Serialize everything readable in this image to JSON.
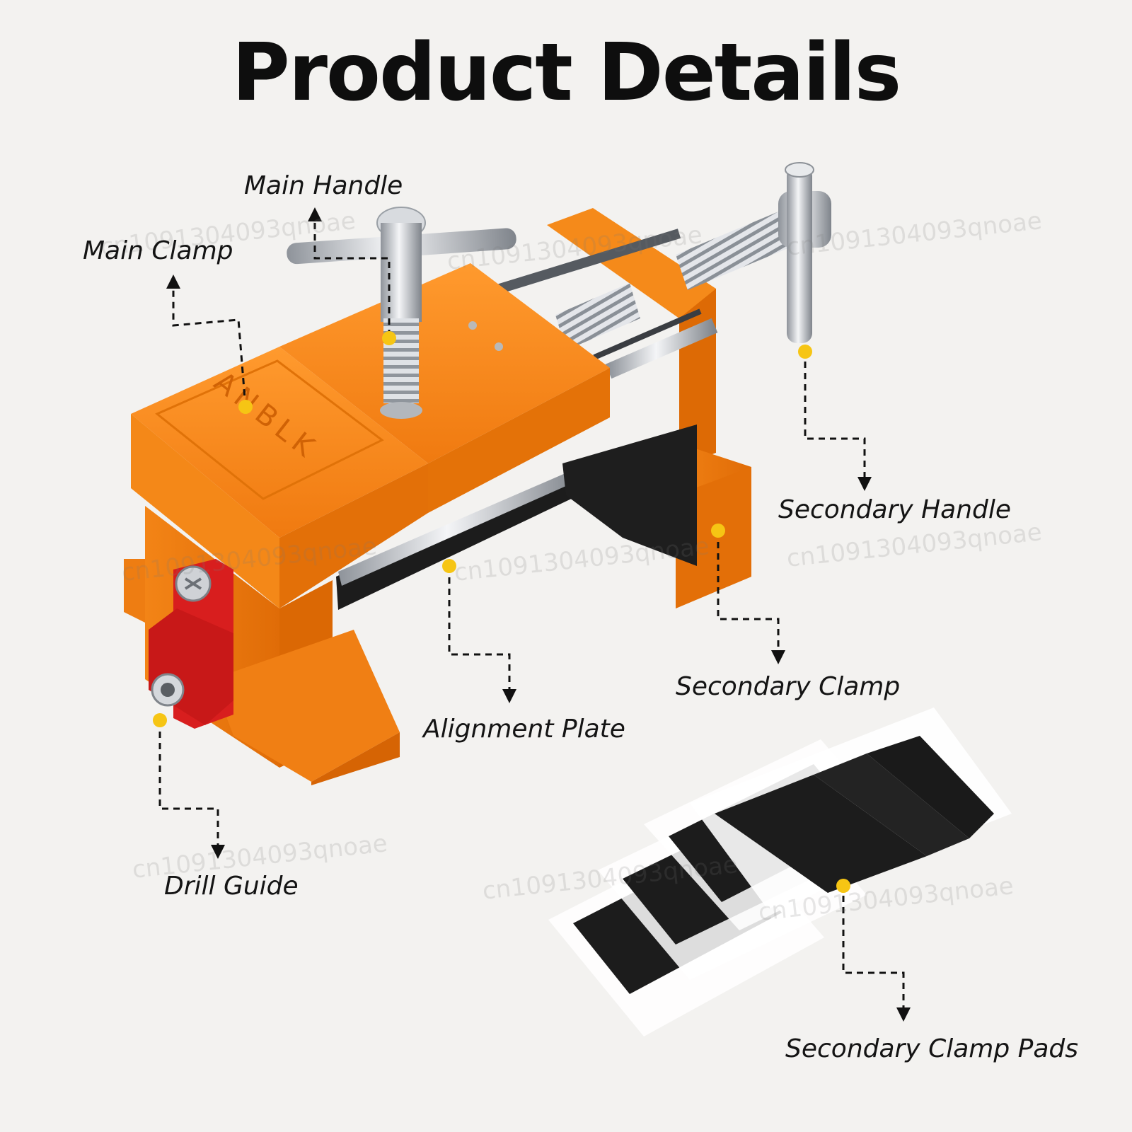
{
  "title": "Product Details",
  "brand_mark": "ANBLK",
  "watermark": "cn1091304093qnoae",
  "labels": {
    "main_handle": "Main Handle",
    "main_clamp": "Main Clamp",
    "secondary_handle": "Secondary Handle",
    "secondary_clamp": "Secondary Clamp",
    "alignment_plate": "Alignment Plate",
    "drill_guide": "Drill Guide",
    "secondary_clamp_pads": "Secondary Clamp Pads"
  },
  "colors": {
    "background": "#f3f2f0",
    "body_orange": "#f27d12",
    "drill_guide_red": "#d81e1e",
    "pad_black": "#1b1b1b",
    "marker_yellow": "#f6c514",
    "metal": "#c9ccd0"
  }
}
